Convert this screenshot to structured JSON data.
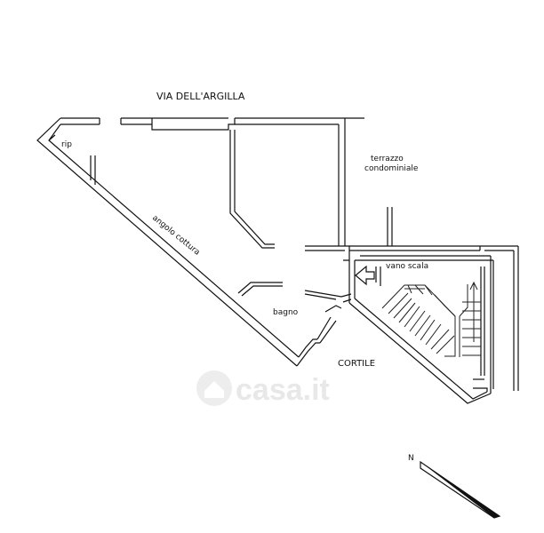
{
  "labels": {
    "street": "VIA DELL'ARGILLA",
    "storage": "rip",
    "kitchen_corner": "angolo cottura",
    "terrace_line1": "terrazzo",
    "terrace_line2": "condominiale",
    "stairwell": "vano scala",
    "bathroom": "bagno",
    "courtyard": "CORTILE",
    "north": "N"
  },
  "watermark": {
    "text": "casa.it"
  },
  "colors": {
    "lines": "#111111",
    "background": "#ffffff",
    "watermark": "#e6e6e6"
  }
}
